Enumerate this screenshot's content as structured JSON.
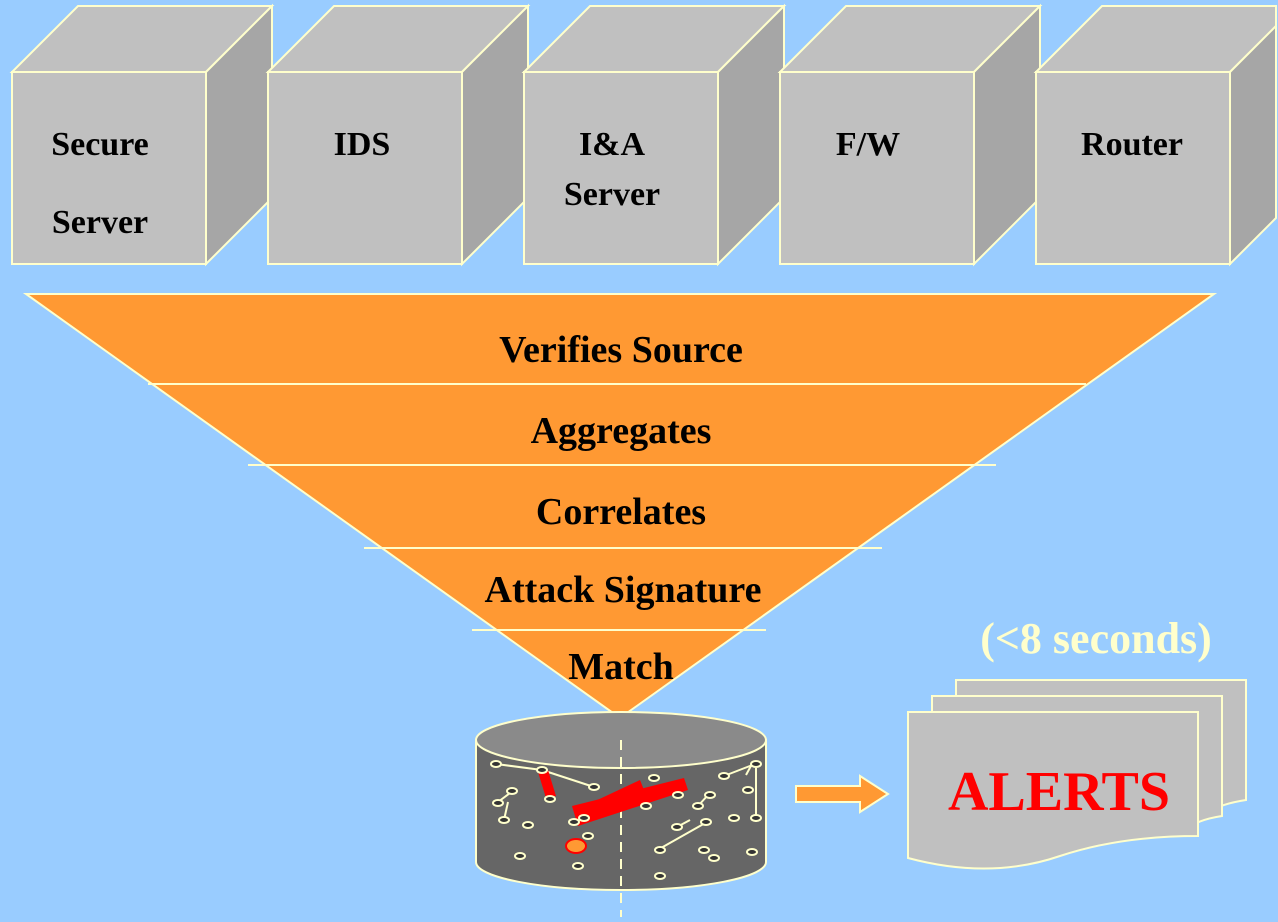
{
  "colors": {
    "background": "#99ccff",
    "box_front": "#c0c0c0",
    "box_side": "#a6a6a6",
    "box_edge": "#ffffcc",
    "funnel": "#ff9933",
    "funnel_divider": "#ffffcc",
    "database": "#666666",
    "database_top": "#8a8a8a",
    "node": "#ffffcc",
    "highlight": "#ff0000",
    "arrow": "#ff9933",
    "alerts_text": "#ff0000",
    "timing_text": "#ffffcc",
    "label_text": "#000000"
  },
  "sources": [
    {
      "lines": [
        "Secure",
        "Server"
      ]
    },
    {
      "lines": [
        "IDS"
      ]
    },
    {
      "lines": [
        "I&A",
        "Server"
      ]
    },
    {
      "lines": [
        "F/W"
      ]
    },
    {
      "lines": [
        "Router"
      ]
    }
  ],
  "funnel_stages": [
    "Verifies Source",
    "Aggregates",
    "Correlates",
    "Attack Signature",
    "Match"
  ],
  "timing_label": "(<8 seconds)",
  "alerts_label": "ALERTS",
  "icons": {
    "source_box": "3d-box-icon",
    "funnel": "funnel-icon",
    "database": "database-cylinder-icon",
    "arrow": "right-arrow-icon",
    "alerts": "stacked-documents-icon"
  }
}
